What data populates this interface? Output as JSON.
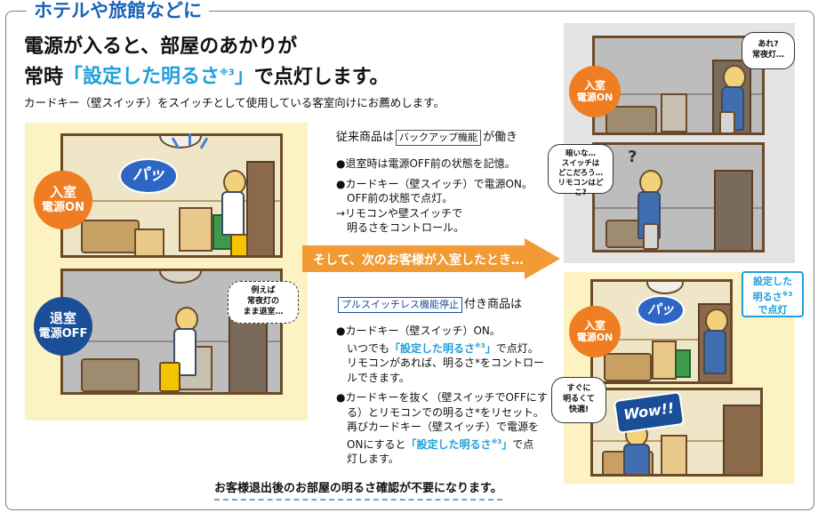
{
  "section_title": "ホテルや旅館などに",
  "headline": {
    "line1": "電源が入ると、部屋のあかりが",
    "line2_pre": "常時",
    "line2_hl": "「設定した明るさ",
    "line2_sup": "※3",
    "line2_hl_end": "」",
    "line2_post": "で点灯します。"
  },
  "subtitle": "カードキー（壁スイッチ）をスイッチとして使用している客室向けにお薦めします。",
  "left_scenes": {
    "top_badge": {
      "l1": "入室",
      "l2": "電源ON"
    },
    "top_pa": "パッ",
    "bottom_badge": {
      "l1": "退室",
      "l2": "電源OFF"
    },
    "bottom_bubble": [
      "例えば",
      "常夜灯の",
      "まま退室…"
    ]
  },
  "conventional": {
    "pre": "従来商品は",
    "tag": "バックアップ機能",
    "post": "が働き",
    "items": [
      "●退室時は電源OFF前の状態を記憶。",
      "●カードキー（壁スイッチ）で電源ON。",
      "　OFF前の状態で点灯。",
      "→リモコンや壁スイッチで",
      "　明るさをコントロール。"
    ]
  },
  "arrow_text": "そして、次のお客様が入室したとき…",
  "new_product": {
    "tag": "プルスイッチレス機能停止",
    "post": "付き商品は",
    "b1_l1": "●カードキー（壁スイッチ）ON。",
    "b1_l2_pre": "　いつでも",
    "b1_hl": "「設定した明るさ",
    "b1_sup": "※3",
    "b1_hl_end": "」",
    "b1_l2_post": "で点灯。",
    "b1_l3": "　リモコンがあれば、明るさ*をコントロー",
    "b1_l4": "　ルできます。",
    "b2_l1": "●カードキーを抜く（壁スイッチでOFFにす",
    "b2_l2": "　る）とリモコンでの明るさ*をリセット。",
    "b2_l3": "　再びカードキー（壁スイッチ）で電源を",
    "b2_l4_pre": "　ONにすると",
    "b2_hl": "「設定した明るさ",
    "b2_sup": "※3",
    "b2_hl_end": "」",
    "b2_l4_post": "で点",
    "b2_l5": "　灯します。"
  },
  "final_note": "お客様退出後のお部屋の明るさ確認が不要になります。",
  "right_scenes": {
    "top_badge": {
      "l1": "入室",
      "l2": "電源ON"
    },
    "top_bubble": [
      "あれ?",
      "常夜灯…"
    ],
    "mid_bubble": [
      "暗いな…",
      "スイッチは",
      "どこだろう…",
      "リモコンはどこ?"
    ],
    "question": "?",
    "bottom_badge": {
      "l1": "入室",
      "l2": "電源ON"
    },
    "bottom_pa": "パッ",
    "callout": {
      "l1": "設定した",
      "l2": "明るさ",
      "sup": "※3",
      "l3": "で点灯"
    },
    "bottom_bubble": [
      "すぐに",
      "明るくて",
      "快適!"
    ],
    "wow": "Wow!!"
  },
  "colors": {
    "blue": "#1b63b8",
    "accent": "#1ea0dc",
    "orange": "#ef7d22",
    "navy": "#1a4f98",
    "cream": "#fdf3c2"
  }
}
